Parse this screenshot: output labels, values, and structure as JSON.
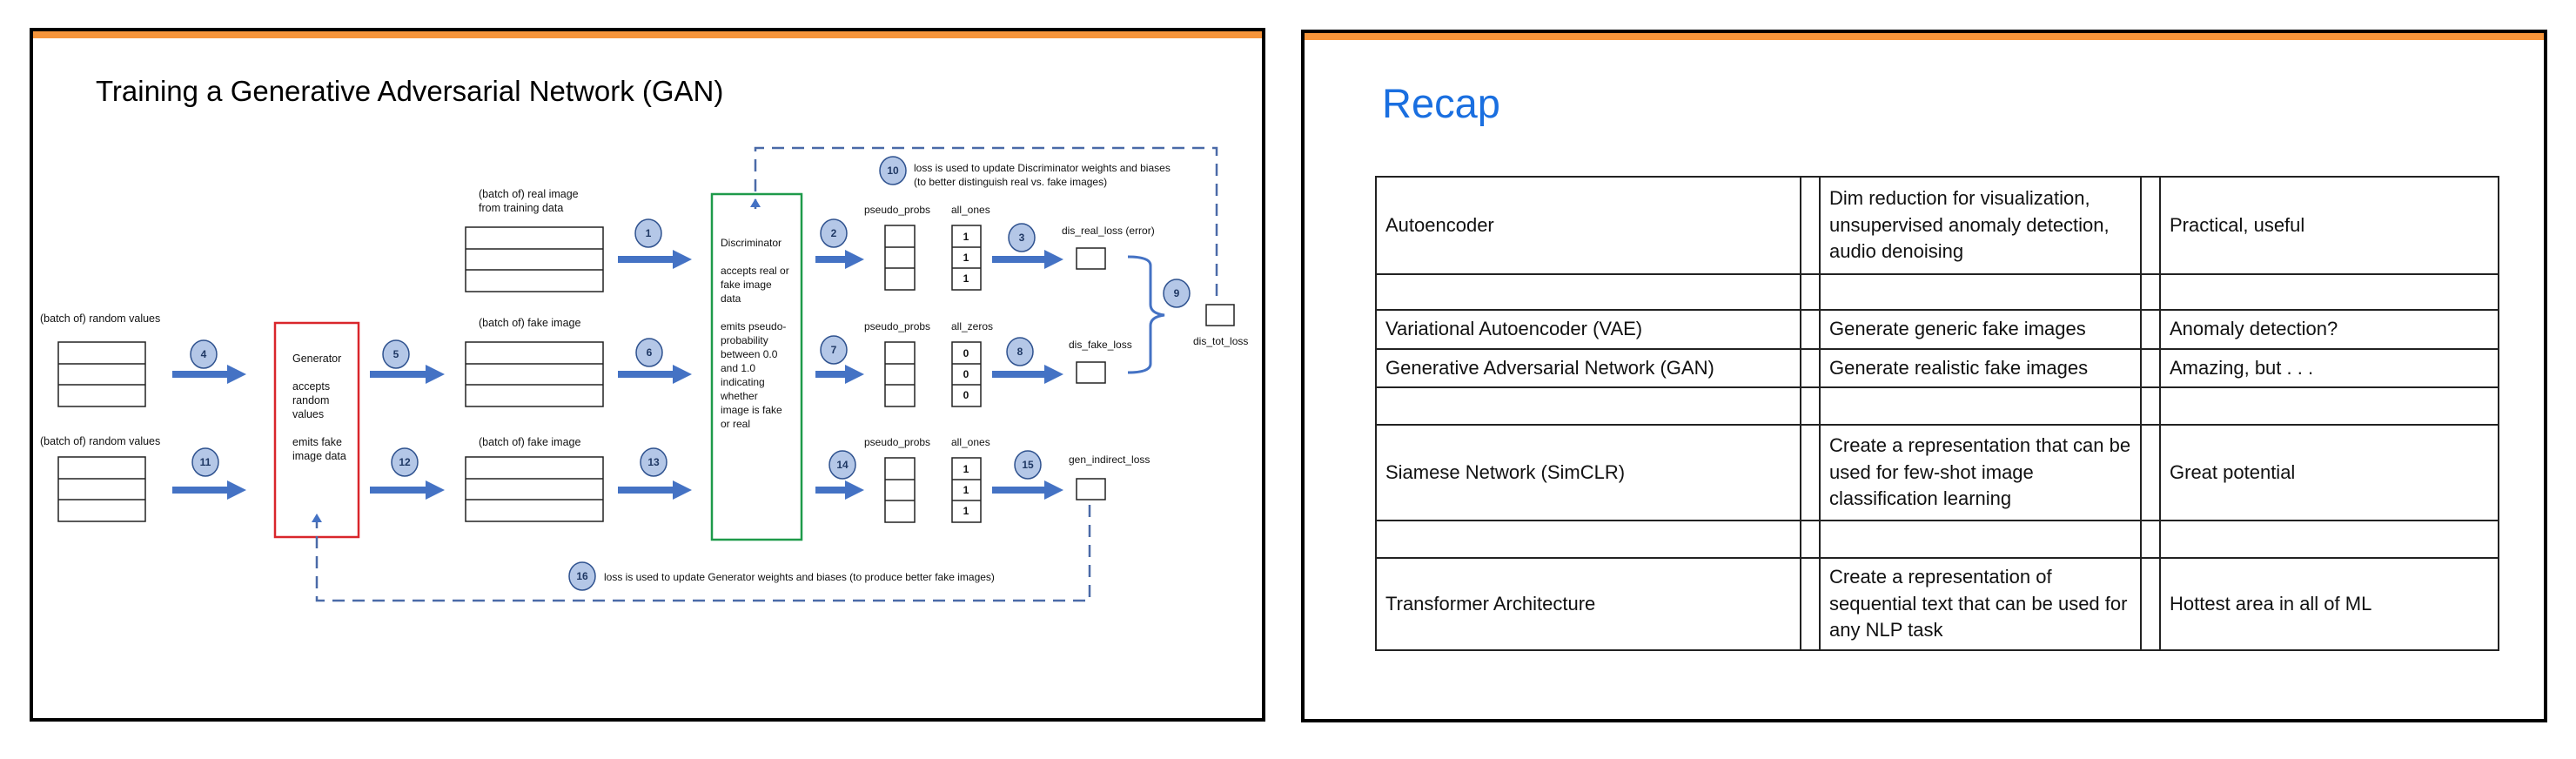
{
  "slide_left": {
    "title": "Training a Generative Adversarial Network (GAN)",
    "accent_color": "#f7953a",
    "labels": {
      "random_values_1": "(batch  of) random values",
      "random_values_2": "(batch  of) random values",
      "real_image_line1": "(batch  of) real image",
      "real_image_line2": "from training data",
      "fake_image_1": "(batch  of) fake image",
      "fake_image_2": "(batch  of) fake image",
      "pseudo_probs_1": "pseudo_probs",
      "pseudo_probs_2": "pseudo_probs",
      "pseudo_probs_3": "pseudo_probs",
      "all_ones_1": "all_ones",
      "all_zeros": "all_zeros",
      "all_ones_2": "all_ones",
      "dis_real_loss": "dis_real_loss (error)",
      "dis_fake_loss": "dis_fake_loss",
      "dis_tot_loss": "dis_tot_loss",
      "gen_indirect_loss": "gen_indirect_loss"
    },
    "generator": {
      "name": "Generator",
      "line1": "accepts",
      "line2": "random",
      "line3": "values",
      "line4": "emits fake",
      "line5": "image data",
      "border_color": "#d9262b"
    },
    "discriminator": {
      "name": "Discriminator",
      "lines": [
        "accepts real or",
        "fake image",
        "data",
        "",
        "emits pseudo-",
        "probability",
        "between 0.0",
        "and 1.0",
        "indicating",
        "whether",
        "image is fake",
        "or real"
      ],
      "border_color": "#1e9a4a"
    },
    "ones_values": [
      "1",
      "1",
      "1"
    ],
    "zeros_values": [
      "0",
      "0",
      "0"
    ],
    "ones_values_2": [
      "1",
      "1",
      "1"
    ],
    "steps": [
      "1",
      "2",
      "3",
      "4",
      "5",
      "6",
      "7",
      "8",
      "9",
      "10",
      "11",
      "12",
      "13",
      "14",
      "15",
      "16"
    ],
    "note_10_line1": "loss is used to update Discriminator weights and biases",
    "note_10_line2": "(to better distinguish real vs. fake images)",
    "note_16": "loss is used to update Generator weights and biases (to produce better fake images)"
  },
  "slide_right": {
    "title": "Recap",
    "title_color": "#1a6fe0",
    "table": [
      {
        "model": "Autoencoder",
        "use": "Dim reduction for visualization, unsupervised anomaly detection, audio denoising",
        "assessment": "Practical, useful"
      },
      {
        "model": "",
        "use": "",
        "assessment": ""
      },
      {
        "model": "Variational Autoencoder (VAE)",
        "use": "Generate generic fake images",
        "assessment": "Anomaly detection?"
      },
      {
        "model": "Generative Adversarial Network (GAN)",
        "use": "Generate realistic fake images",
        "assessment": "Amazing, but . . ."
      },
      {
        "model": "",
        "use": "",
        "assessment": ""
      },
      {
        "model": "Siamese Network (SimCLR)",
        "use": "Create a representation that can be used for few-shot image classification learning",
        "assessment": "Great potential"
      },
      {
        "model": "",
        "use": "",
        "assessment": ""
      },
      {
        "model": "Transformer Architecture",
        "use": "Create a representation of sequential text that can be used for any NLP task",
        "assessment": "Hottest area in all of ML"
      }
    ]
  }
}
